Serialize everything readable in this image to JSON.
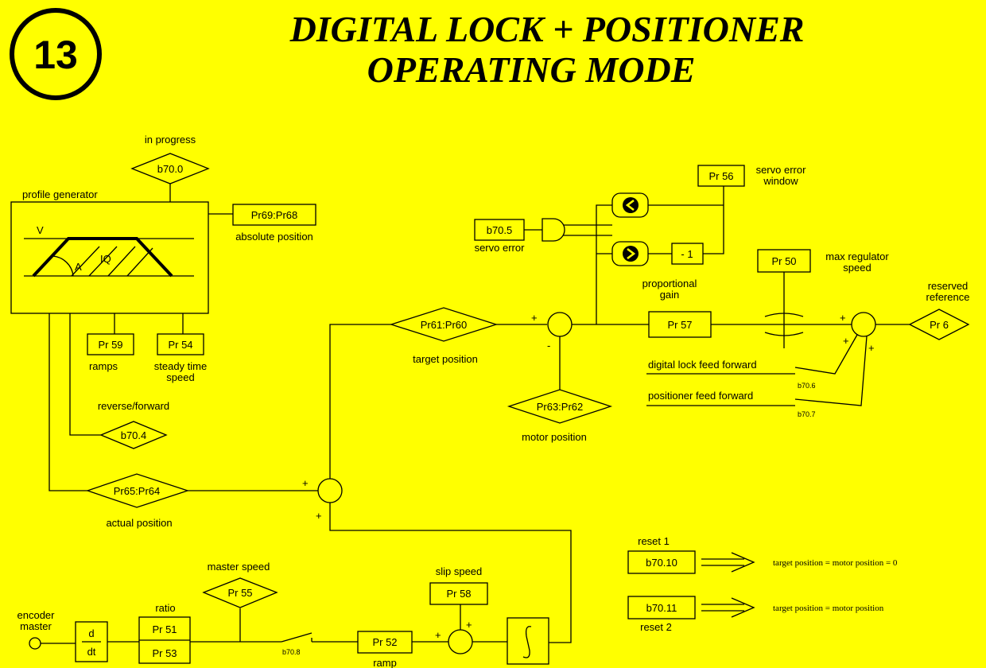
{
  "header": {
    "number": "13",
    "title_line1": "DIGITAL LOCK + POSITIONER",
    "title_line2": "OPERATING MODE"
  },
  "profile": {
    "label": "profile generator",
    "v": "V",
    "a": "A",
    "iq": "IQ",
    "in_progress_label": "in progress",
    "in_progress": "b70.0",
    "abs_pos_param": "Pr69:Pr68",
    "abs_pos_label": "absolute position",
    "ramps_param": "Pr 59",
    "ramps_label": "ramps",
    "steady_param": "Pr 54",
    "steady_label1": "steady time",
    "steady_label2": "speed",
    "revfwd_label": "reverse/forward",
    "revfwd_param": "b70.4",
    "actual_param": "Pr65:Pr64",
    "actual_label": "actual position"
  },
  "loop": {
    "target_param": "Pr61:Pr60",
    "target_label": "target position",
    "motor_param": "Pr63:Pr62",
    "motor_label": "motor position",
    "servo_err_param": "b70.5",
    "servo_err_label": "servo error",
    "window_param": "Pr 56",
    "window_label1": "servo error",
    "window_label2": "window",
    "minus_one": "- 1",
    "max_speed_param": "Pr 50",
    "max_speed_label1": "max regulator",
    "max_speed_label2": "speed",
    "gain_label1": "proportional",
    "gain_label2": "gain",
    "gain_param": "Pr 57",
    "reserved_label1": "reserved",
    "reserved_label2": "reference",
    "reserved_param": "Pr 6",
    "dl_ff_label": "digital lock feed forward",
    "dl_ff_bit": "b70.6",
    "pos_ff_label": "positioner feed forward",
    "pos_ff_bit": "b70.7"
  },
  "master": {
    "encoder_label1": "encoder",
    "encoder_label2": "master",
    "d": "d",
    "dt": "dt",
    "ratio_label": "ratio",
    "ratio_num": "Pr 51",
    "ratio_den": "Pr 53",
    "master_speed_label": "master speed",
    "master_speed_param": "Pr 55",
    "switch_bit": "b70.8",
    "ramp_param": "Pr 52",
    "ramp_label": "ramp",
    "slip_label": "slip speed",
    "slip_param": "Pr 58"
  },
  "resets": [
    {
      "label": "reset 1",
      "bit": "b70.10",
      "text": "target position = motor position = 0"
    },
    {
      "label": "reset 2",
      "bit": "b70.11",
      "text": "target position = motor position"
    }
  ],
  "signs": {
    "plus": "+",
    "minus": "-"
  },
  "colors": {
    "background": "#ffff00",
    "ink": "#000000"
  }
}
